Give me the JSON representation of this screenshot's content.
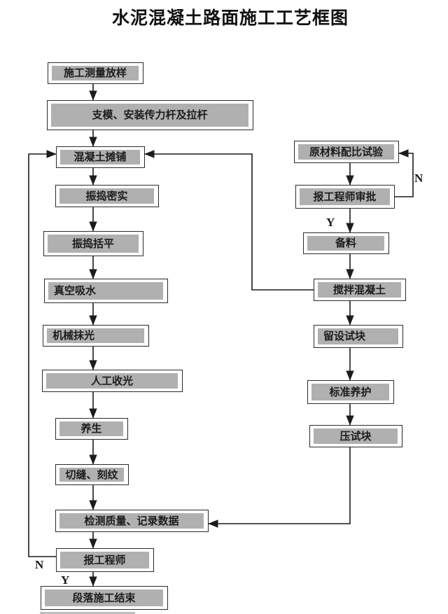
{
  "title": "水泥混凝土路面施工工艺框图",
  "nodes": [
    {
      "id": "survey-layout",
      "label": "施工测量放样"
    },
    {
      "id": "formwork-dowel-bars",
      "label": "支模、安装传力杆及拉杆"
    },
    {
      "id": "concrete-paving",
      "label": "混凝土摊铺"
    },
    {
      "id": "vibrate-compact",
      "label": "振捣密实"
    },
    {
      "id": "vibrate-screed",
      "label": "振捣括平"
    },
    {
      "id": "vacuum-dewatering",
      "label": "真空吸水"
    },
    {
      "id": "machine-troweling",
      "label": "机械抹光"
    },
    {
      "id": "manual-finishing",
      "label": "人工收光"
    },
    {
      "id": "curing",
      "label": "养生"
    },
    {
      "id": "joint-cut-grooving",
      "label": "切缝、刻纹"
    },
    {
      "id": "quality-check-record",
      "label": "检测质量、记录数据"
    },
    {
      "id": "report-engineer",
      "label": "报工程师"
    },
    {
      "id": "section-complete",
      "label": "段落施工结束"
    },
    {
      "id": "raw-material-ratio-test",
      "label": "原材料配比试验"
    },
    {
      "id": "engineer-approval",
      "label": "报工程师审批"
    },
    {
      "id": "material-preparation",
      "label": "备料"
    },
    {
      "id": "concrete-mixing",
      "label": "搅拌混凝土"
    },
    {
      "id": "reserve-test-blocks",
      "label": "留设试块"
    },
    {
      "id": "standard-curing",
      "label": "标准养护"
    },
    {
      "id": "press-test-blocks",
      "label": "压试块"
    }
  ],
  "edge_labels": {
    "approval_no": "N",
    "approval_yes": "Y",
    "engineer_no": "N",
    "engineer_yes": "Y"
  },
  "colors": {
    "background": "#ffffff",
    "node_fill": "#b0b0b0",
    "node_border": "#2b2b2b",
    "line": "#1c1c1c",
    "text": "#1c1c1c"
  }
}
